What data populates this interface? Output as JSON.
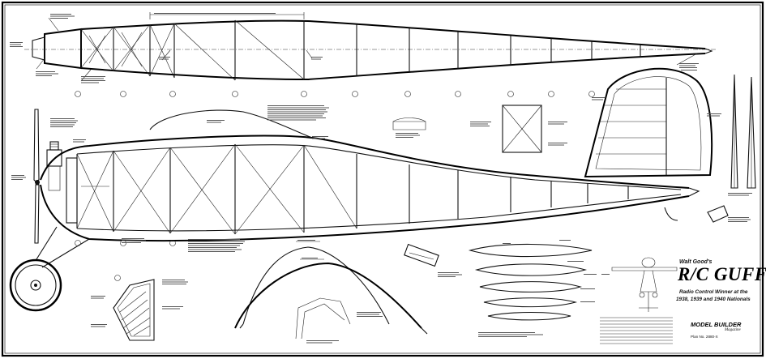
{
  "title_block": {
    "designer": "Walt Good's",
    "model_name": "R/C GUFF",
    "subtitle_line1": "Radio Control Winner at the",
    "subtitle_line2": "1938, 1939 and 1940 Nationals"
  },
  "publisher": {
    "name": "MODEL BUILDER",
    "tagline": "Magazine",
    "plan_no": "Plan No. 2880-X"
  },
  "colors": {
    "ink": "#111111",
    "paper": "#ffffff",
    "frame": "#000000"
  },
  "icons": {
    "propeller": "propeller-icon",
    "wheel": "wheel-icon",
    "engine": "engine-icon"
  }
}
